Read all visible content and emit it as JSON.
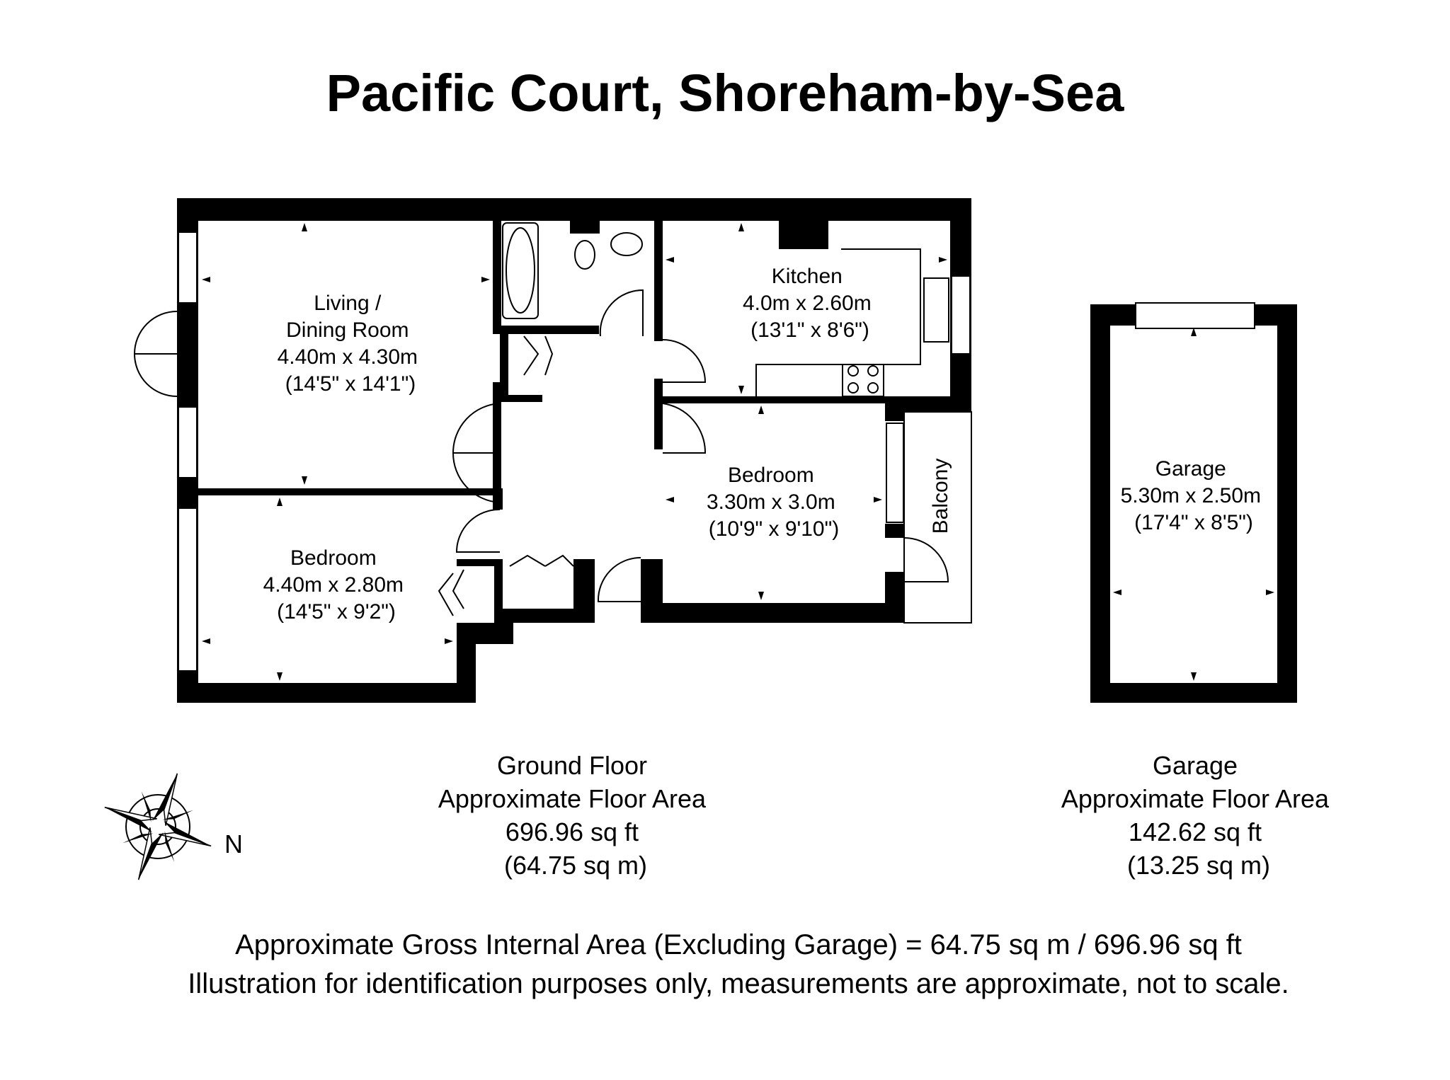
{
  "title": "Pacific Court, Shoreham-by-Sea",
  "rooms": [
    {
      "name_lines": [
        "Living /",
        "Dining Room"
      ],
      "metric": "4.40m x 4.30m",
      "imperial": "(14'5\" x 14'1\")"
    },
    {
      "name_lines": [
        "Kitchen"
      ],
      "metric": "4.0m x 2.60m",
      "imperial": "(13'1\" x 8'6\")"
    },
    {
      "name_lines": [
        "Bedroom"
      ],
      "metric": "3.30m x 3.0m",
      "imperial": "(10'9\" x 9'10\")"
    },
    {
      "name_lines": [
        "Bedroom"
      ],
      "metric": "4.40m x 2.80m",
      "imperial": "(14'5\" x 9'2\")"
    },
    {
      "name_lines": [
        "Garage"
      ],
      "metric": "5.30m x 2.50m",
      "imperial": "(17'4\" x 8'5\")"
    }
  ],
  "balcony_label": "Balcony",
  "compass_label": "N",
  "floors": [
    {
      "name": "Ground Floor",
      "area_label": "Approximate Floor Area",
      "sq_ft": "696.96 sq ft",
      "sq_m": "(64.75 sq m)"
    },
    {
      "name": "Garage",
      "area_label": "Approximate Floor Area",
      "sq_ft": "142.62 sq ft",
      "sq_m": "(13.25 sq m)"
    }
  ],
  "footer": {
    "gross_area": "Approximate Gross Internal Area (Excluding Garage) = 64.75 sq m / 696.96 sq ft",
    "disclaimer": "Illustration for identification purposes only, measurements are approximate, not to scale."
  },
  "colors": {
    "walls": "#000000",
    "background": "#ffffff"
  }
}
